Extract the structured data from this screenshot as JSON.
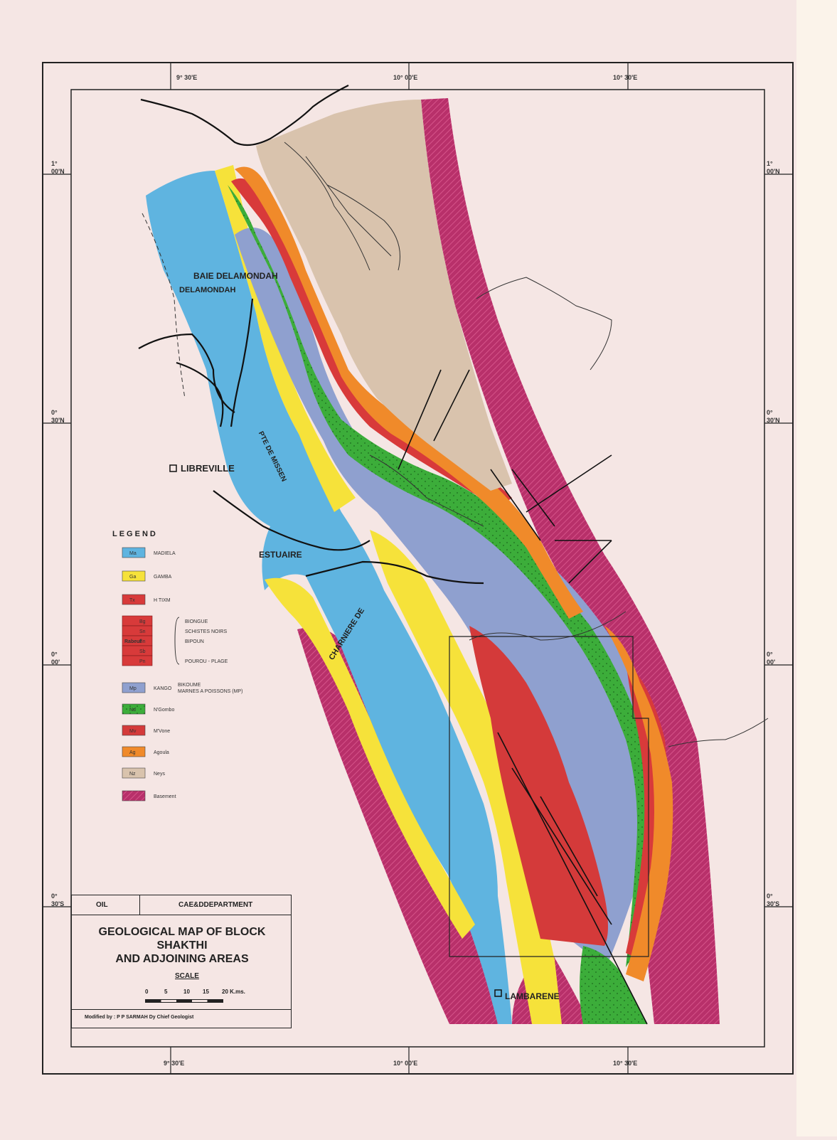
{
  "coords": {
    "top": [
      "9° 30'E",
      "10° 00'E",
      "10° 30'E"
    ],
    "bottom": [
      "9° 30'E",
      "10° 00'E",
      "10° 30'E"
    ],
    "left": [
      "1°\n00'N",
      "0°\n30'N",
      "0°\n00'",
      "0°\n30'S"
    ],
    "right": [
      "1°\n00'N",
      "0°\n30'N",
      "0°\n00'",
      "0°\n30'S"
    ]
  },
  "places": {
    "baie": "BAIE\nDELAMONDAH",
    "libreville": "LIBREVILLE",
    "estuaire": "ESTUAIRE",
    "lambarene": "LAMBARENE",
    "charniere": "CHARNIERE DE",
    "pointe": "PTE DE MISSEN"
  },
  "legend": {
    "title": "LEGEND",
    "items": [
      {
        "code": "Ma",
        "name": "MADIELA",
        "color": "#5fb4e0"
      },
      {
        "code": "Ga",
        "name": "GAMBA",
        "color": "#f6e23a"
      },
      {
        "code": "Tx",
        "name": "H TIXM",
        "color": "#d83a3a"
      },
      {
        "code": "Mp",
        "name": "KANGO",
        "color": "#8fa0cf",
        "sub": "BIKOUME\nMARNES A POISSONS (MP)"
      },
      {
        "code": "Nd",
        "name": "N'Gombo",
        "color": "#3cad3a"
      },
      {
        "code": "Mv",
        "name": "M'Vone",
        "color": "#d43a3a"
      },
      {
        "code": "Ag",
        "name": "Agoula",
        "color": "#f08a2a"
      },
      {
        "code": "Nz",
        "name": "Neys",
        "color": "#d9c3ad"
      },
      {
        "code": "",
        "name": "Basement",
        "color": "#b8306a"
      }
    ],
    "group": {
      "name": "Rabeuf",
      "codes": [
        "Bg",
        "Sn",
        "Bn",
        "Sb",
        "Pn"
      ],
      "subs": [
        "BIONGUE",
        "SCHISTES NOIRS",
        "BIPOUN",
        "",
        "POUROU - PLAGE"
      ]
    }
  },
  "titleblock": {
    "left": "OIL",
    "right": "CAE&DDEPARTMENT",
    "title": "GEOLOGICAL MAP OF BLOCK SHAKTHI\nAND ADJOINING AREAS",
    "scale_label": "SCALE",
    "scale_ticks": [
      "0",
      "5",
      "10",
      "15",
      "20 K.ms."
    ],
    "modified": "Modified by : P P SARMAH  Dy Chief Geologist"
  },
  "colors": {
    "paper": "#f5e6e4",
    "madiela": "#5fb4e0",
    "gamba": "#f6e23a",
    "kango": "#8fa0cf",
    "ngombo": "#3cad3a",
    "red": "#d83a3a",
    "agoula": "#f08a2a",
    "neys": "#d9c3ad",
    "basement": "#b8306a"
  }
}
